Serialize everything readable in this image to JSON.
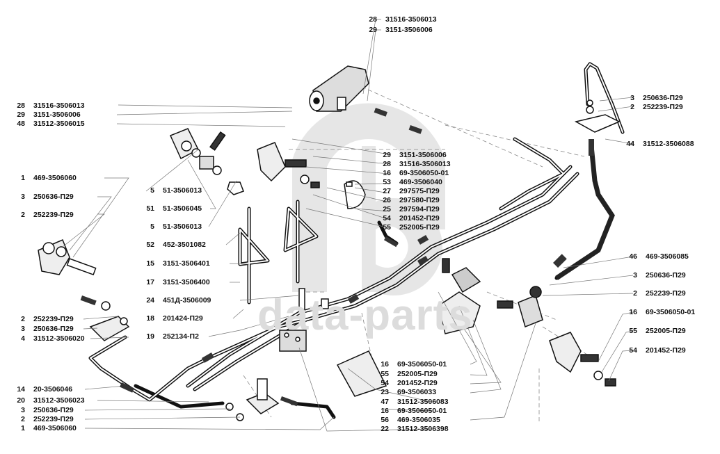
{
  "watermark": {
    "text": "data-parts",
    "logo_color": "#e4e4e4"
  },
  "colors": {
    "ink": "#111111",
    "leader": "#777777",
    "background": "#ffffff"
  },
  "callouts": {
    "top_center": [
      {
        "num": "28",
        "code": "31516-3506013"
      },
      {
        "num": "29",
        "code": "3151-3506006"
      }
    ],
    "left_top": [
      {
        "num": "28",
        "code": "31516-3506013"
      },
      {
        "num": "29",
        "code": "3151-3506006"
      },
      {
        "num": "48",
        "code": "31512-3506015"
      }
    ],
    "right_top": [
      {
        "num": "3",
        "code": "250636-П29"
      },
      {
        "num": "2",
        "code": "252239-П29"
      },
      {
        "num": "44",
        "code": "31512-3506088"
      }
    ],
    "center": [
      {
        "num": "29",
        "code": "3151-3506006"
      },
      {
        "num": "28",
        "code": "31516-3506013"
      },
      {
        "num": "16",
        "code": "69-3506050-01"
      },
      {
        "num": "53",
        "code": "469-3506040"
      },
      {
        "num": "27",
        "code": "297575-П29"
      },
      {
        "num": "26",
        "code": "297580-П29"
      },
      {
        "num": "25",
        "code": "297594-П29"
      },
      {
        "num": "54",
        "code": "201452-П29"
      },
      {
        "num": "55",
        "code": "252005-П29"
      }
    ],
    "left_mid": [
      {
        "num": "1",
        "code": "469-3506060"
      },
      {
        "num": "3",
        "code": "250636-П29"
      },
      {
        "num": "2",
        "code": "252239-П29"
      }
    ],
    "middle_column": [
      {
        "num": "5",
        "code": "51-3506013"
      },
      {
        "num": "51",
        "code": "51-3506045"
      },
      {
        "num": "5",
        "code": "51-3506013"
      },
      {
        "num": "52",
        "code": "452-3501082"
      },
      {
        "num": "15",
        "code": "3151-3506401"
      },
      {
        "num": "17",
        "code": "3151-3506400"
      },
      {
        "num": "24",
        "code": "451Д-3506009"
      },
      {
        "num": "18",
        "code": "201424-П29"
      },
      {
        "num": "19",
        "code": "252134-П2"
      }
    ],
    "left_low": [
      {
        "num": "2",
        "code": "252239-П29"
      },
      {
        "num": "3",
        "code": "250636-П29"
      },
      {
        "num": "4",
        "code": "31512-3506020"
      }
    ],
    "left_bottom": [
      {
        "num": "14",
        "code": "20-3506046"
      },
      {
        "num": "20",
        "code": "31512-3506023"
      },
      {
        "num": "3",
        "code": "250636-П29"
      },
      {
        "num": "2",
        "code": "252239-П29"
      },
      {
        "num": "1",
        "code": "469-3506060"
      }
    ],
    "bottom_center": [
      {
        "num": "16",
        "code": "69-3506050-01"
      },
      {
        "num": "55",
        "code": "252005-П29"
      },
      {
        "num": "54",
        "code": "201452-П29"
      },
      {
        "num": "23",
        "code": "69-3506033"
      },
      {
        "num": "47",
        "code": "31512-3506083"
      },
      {
        "num": "16",
        "code": "69-3506050-01"
      },
      {
        "num": "56",
        "code": "469-3506035"
      },
      {
        "num": "22",
        "code": "31512-3506398"
      }
    ],
    "right_mid": [
      {
        "num": "46",
        "code": "469-3506085"
      },
      {
        "num": "3",
        "code": "250636-П29"
      },
      {
        "num": "2",
        "code": "252239-П29"
      }
    ],
    "right_bottom": [
      {
        "num": "16",
        "code": "69-3506050-01"
      },
      {
        "num": "55",
        "code": "252005-П29"
      },
      {
        "num": "54",
        "code": "201452-П29"
      }
    ]
  }
}
